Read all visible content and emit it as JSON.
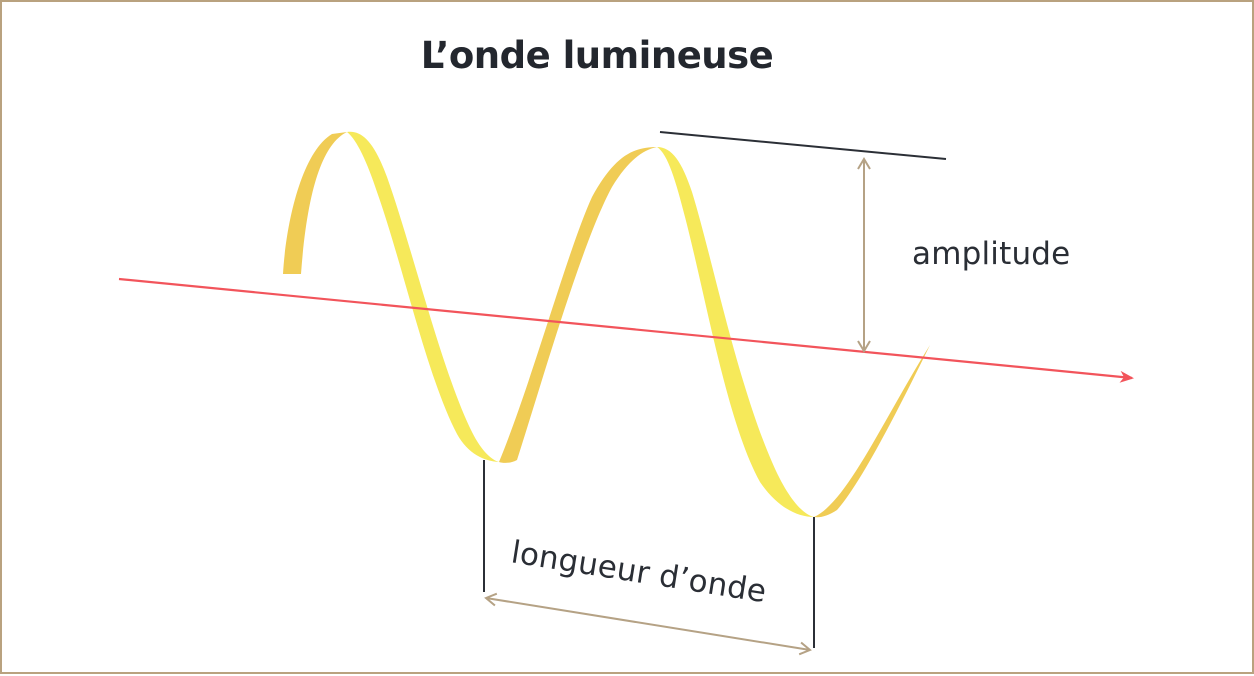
{
  "diagram": {
    "title": "L’onde lumineuse",
    "labels": {
      "amplitude": "amplitude",
      "wavelength": "longueur d’onde"
    },
    "elements": {
      "propagation_axis": "red-arrow-axis",
      "wave": "yellow-ribbon-sine-wave",
      "amplitude_marker": "vertical-double-arrow",
      "wavelength_marker": "horizontal-double-arrow"
    },
    "colors": {
      "border": "#b9a27f",
      "title": "#23272e",
      "label": "#2a2e35",
      "axis": "#f2545b",
      "wave_front": "#f6e95a",
      "wave_back": "#f0cc55",
      "measure_arrow": "#b5a285",
      "guide_line": "#2b2f36"
    }
  }
}
